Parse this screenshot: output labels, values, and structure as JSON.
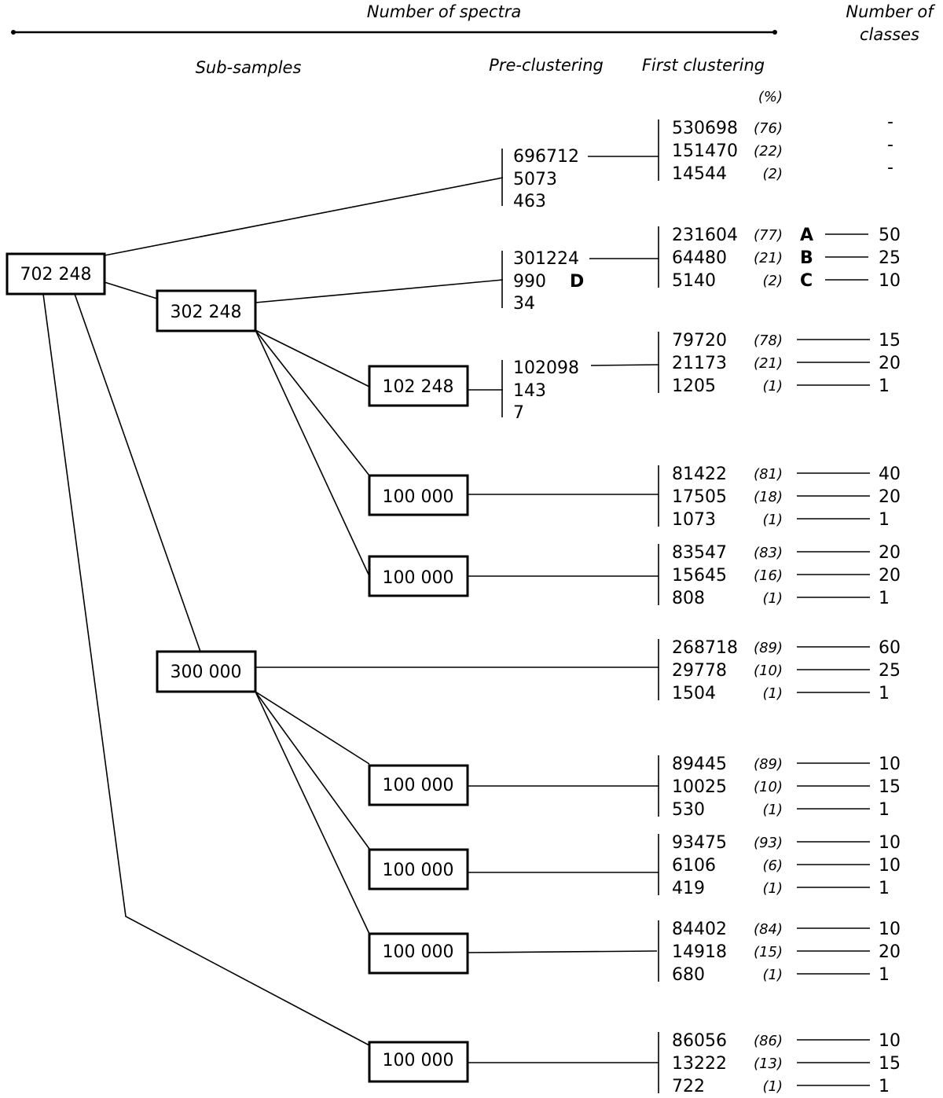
{
  "headers": {
    "number_of_spectra": "Number of spectra",
    "number_of_classes_line1": "Number of",
    "number_of_classes_line2": "classes",
    "sub_samples": "Sub-samples",
    "pre_clustering": "Pre-clustering",
    "first_clustering": "First clustering",
    "percent": "(%)"
  },
  "boxes": {
    "root": "702 248",
    "sub_a": "302 248",
    "sub_b": "300 000",
    "sub_a1": "102 248",
    "sub_a2": "100 000",
    "sub_a3": "100 000",
    "sub_b1": "100 000",
    "sub_b2": "100 000",
    "sub_b3": "100 000",
    "sub_c": "100 000"
  },
  "pre_clustering": {
    "root": [
      "696712",
      "5073",
      "463"
    ],
    "sub_a": [
      "301224",
      "990",
      "34"
    ],
    "sub_a_marker": "D",
    "sub_a1": [
      "102098",
      "143",
      "7"
    ]
  },
  "first_clustering": [
    {
      "id": "g_root",
      "rows": [
        {
          "n": "530698",
          "p": "(76)",
          "c": "-"
        },
        {
          "n": "151470",
          "p": "(22)",
          "c": "-"
        },
        {
          "n": "14544",
          "p": "(2)",
          "c": "-"
        }
      ]
    },
    {
      "id": "g_sub_a",
      "rows": [
        {
          "n": "231604",
          "p": "(77)",
          "l": "A",
          "c": "50"
        },
        {
          "n": "64480",
          "p": "(21)",
          "l": "B",
          "c": "25"
        },
        {
          "n": "5140",
          "p": "(2)",
          "l": "C",
          "c": "10"
        }
      ]
    },
    {
      "id": "g_a1",
      "rows": [
        {
          "n": "79720",
          "p": "(78)",
          "c": "15"
        },
        {
          "n": "21173",
          "p": "(21)",
          "c": "20"
        },
        {
          "n": "1205",
          "p": "(1)",
          "c": "1"
        }
      ]
    },
    {
      "id": "g_a2",
      "rows": [
        {
          "n": "81422",
          "p": "(81)",
          "c": "40"
        },
        {
          "n": "17505",
          "p": "(18)",
          "c": "20"
        },
        {
          "n": "1073",
          "p": "(1)",
          "c": "1"
        }
      ]
    },
    {
      "id": "g_a3",
      "rows": [
        {
          "n": "83547",
          "p": "(83)",
          "c": "20"
        },
        {
          "n": "15645",
          "p": "(16)",
          "c": "20"
        },
        {
          "n": "808",
          "p": "(1)",
          "c": "1"
        }
      ]
    },
    {
      "id": "g_sub_b",
      "rows": [
        {
          "n": "268718",
          "p": "(89)",
          "c": "60"
        },
        {
          "n": "29778",
          "p": "(10)",
          "c": "25"
        },
        {
          "n": "1504",
          "p": "(1)",
          "c": "1"
        }
      ]
    },
    {
      "id": "g_b1",
      "rows": [
        {
          "n": "89445",
          "p": "(89)",
          "c": "10"
        },
        {
          "n": "10025",
          "p": "(10)",
          "c": "15"
        },
        {
          "n": "530",
          "p": "(1)",
          "c": "1"
        }
      ]
    },
    {
      "id": "g_b2",
      "rows": [
        {
          "n": "93475",
          "p": "(93)",
          "c": "10"
        },
        {
          "n": "6106",
          "p": "(6)",
          "c": "10"
        },
        {
          "n": "419",
          "p": "(1)",
          "c": "1"
        }
      ]
    },
    {
      "id": "g_b3",
      "rows": [
        {
          "n": "84402",
          "p": "(84)",
          "c": "10"
        },
        {
          "n": "14918",
          "p": "(15)",
          "c": "20"
        },
        {
          "n": "680",
          "p": "(1)",
          "c": "1"
        }
      ]
    },
    {
      "id": "g_c",
      "rows": [
        {
          "n": "86056",
          "p": "(86)",
          "c": "10"
        },
        {
          "n": "13222",
          "p": "(13)",
          "c": "15"
        },
        {
          "n": "722",
          "p": "(1)",
          "c": "1"
        }
      ]
    }
  ]
}
